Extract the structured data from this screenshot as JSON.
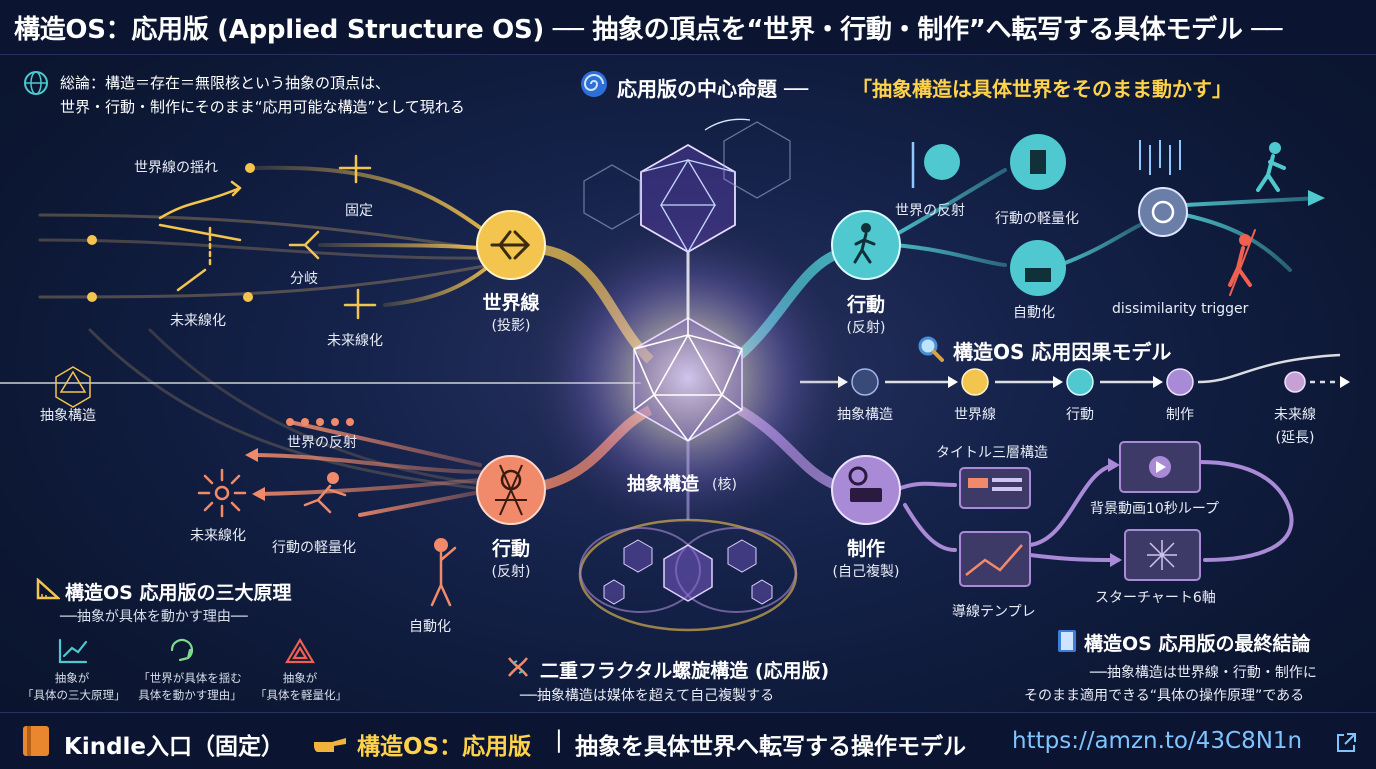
{
  "header": {
    "title": "構造OS：応用版 (Applied Structure OS) ── 抽象の頂点を“世界・行動・制作”へ転写する具体モデル ──"
  },
  "summary": {
    "line1": "総論：構造＝存在＝無限核という抽象の頂点は、",
    "line2": "世界・行動・制作にそのまま“応用可能な構造”として現れる"
  },
  "proposition": {
    "label": "応用版の中心命題 ──",
    "quote": "「抽象構造は具体世界をそのまま動かす」"
  },
  "left": {
    "world_shake": "世界線の揺れ",
    "fixed": "固定",
    "branch": "分岐",
    "futurize_a": "未来線化",
    "futurize_b": "未来線化",
    "abstract": "抽象構造",
    "world_reflection": "世界の反射",
    "futurize_c": "未来線化",
    "action_light": "行動の軽量化",
    "automation": "自動化"
  },
  "hubs": {
    "worldline": {
      "title": "世界線",
      "sub": "(投影)"
    },
    "action_top": {
      "title": "行動",
      "sub": "(反射)"
    },
    "action_bottom": {
      "title": "行動",
      "sub": "(反射)"
    },
    "creation": {
      "title": "制作",
      "sub": "(自己複製)"
    },
    "core": {
      "title": "抽象構造",
      "sub": "(核)"
    }
  },
  "right_top": {
    "world_reflection": "世界の反射",
    "action_light": "行動の軽量化",
    "automation": "自動化",
    "trigger": "dissimilarity trigger"
  },
  "causal": {
    "title": "構造OS 応用因果モデル",
    "steps": [
      "抽象構造",
      "世界線",
      "行動",
      "制作",
      "未来線"
    ],
    "last_sub": "(延長)"
  },
  "right_bottom": {
    "title_triple": "タイトル三層構造",
    "bg_video": "背景動画10秒ループ",
    "template": "導線テンプレ",
    "star_chart": "スターチャート6軸"
  },
  "principles": {
    "title": "構造OS 応用版の三大原理",
    "subtitle": "──抽象が具体を動かす理由──",
    "items": [
      {
        "l1": "抽象が",
        "l2": "「具体の三大原理」"
      },
      {
        "l1": "「世界が具体を揺む",
        "l2": "具体を動かす理由」"
      },
      {
        "l1": "抽象が",
        "l2": "「具体を軽量化」"
      }
    ]
  },
  "fractal": {
    "title": "二重フラクタル螺旋構造 (応用版)",
    "sub": "──抽象構造は媒体を超えて自己複製する"
  },
  "conclusion": {
    "title": "構造OS 応用版の最終結論",
    "line1": "──抽象構造は世界線・行動・制作に",
    "line2": "そのまま適用できる“具体の操作原理”である"
  },
  "footer": {
    "kindle": "Kindle入口（固定）",
    "os": "構造OS：応用版",
    "divider": "|",
    "desc": "抽象を具体世界へ転写する操作モデル",
    "url": "https://amzn.to/43C8N1n"
  },
  "colors": {
    "gold": "#f3c44e",
    "teal": "#4fc8cf",
    "coral": "#f08a6a",
    "violet": "#a98ad6",
    "core": "#c9b8ff"
  }
}
